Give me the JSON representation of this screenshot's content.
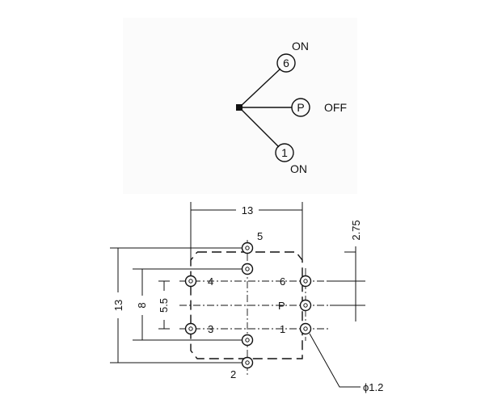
{
  "switch_symbol": {
    "terminals": [
      {
        "id": "6",
        "state": "ON"
      },
      {
        "id": "P",
        "state": "OFF"
      },
      {
        "id": "1",
        "state": "ON"
      }
    ]
  },
  "dimensions": {
    "width": "13",
    "height": "13",
    "pin_row_span": "8",
    "inner_span": "5.5",
    "offset": "2.75",
    "pin_diameter": "ϕ1.2"
  },
  "pin_labels": {
    "p1": "1",
    "p2": "2",
    "p3": "3",
    "p4": "4",
    "p5": "5",
    "p6": "6",
    "pP": "P"
  },
  "colors": {
    "ink": "#111111",
    "background": "#ffffff",
    "symbol_panel": "#fbfbfb"
  }
}
